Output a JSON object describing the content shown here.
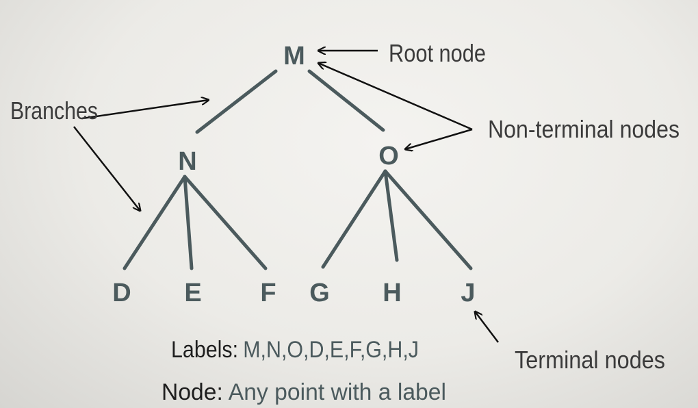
{
  "nodes": {
    "root": "M",
    "left": "N",
    "right": "O",
    "leaves": [
      "D",
      "E",
      "F",
      "G",
      "H",
      "J"
    ]
  },
  "annotations": {
    "root_node": "Root node",
    "branches": "Branches",
    "non_terminal": "Non-terminal nodes",
    "terminal": "Terminal nodes"
  },
  "captions": {
    "labels_key": "Labels:",
    "labels_value": "M,N,O,D,E,F,G,H,J",
    "node_key": "Node:",
    "node_value": "Any point with a  label"
  },
  "colors": {
    "tree": "#4b5a5d",
    "arrows": "#111111",
    "annotation_text": "#3b3b3b"
  }
}
